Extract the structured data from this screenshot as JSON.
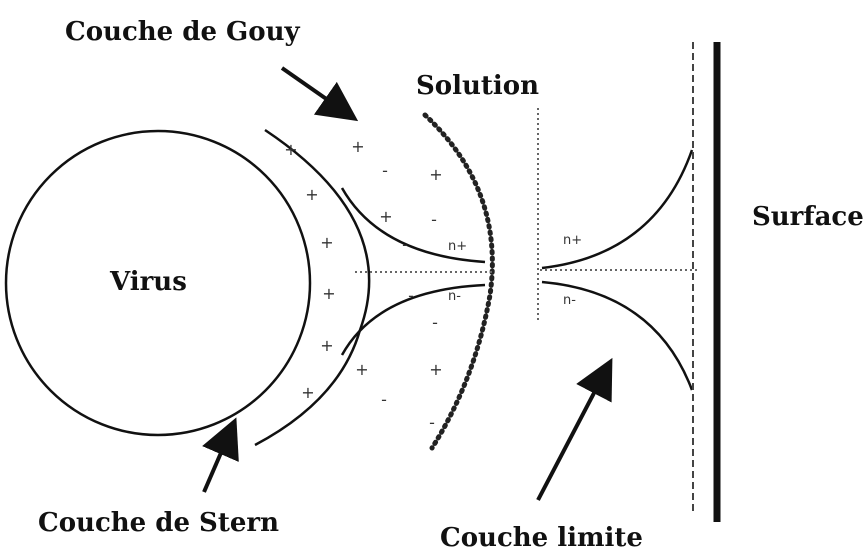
{
  "labels": {
    "gouy": "Couche de Gouy",
    "solution": "Solution",
    "surface": "Surface",
    "virus": "Virus",
    "stern": "Couche de Stern",
    "limite": "Couche limite",
    "n_plus": "n+",
    "n_minus": "n-"
  },
  "signs": {
    "plus": "+",
    "minus": "-"
  }
}
